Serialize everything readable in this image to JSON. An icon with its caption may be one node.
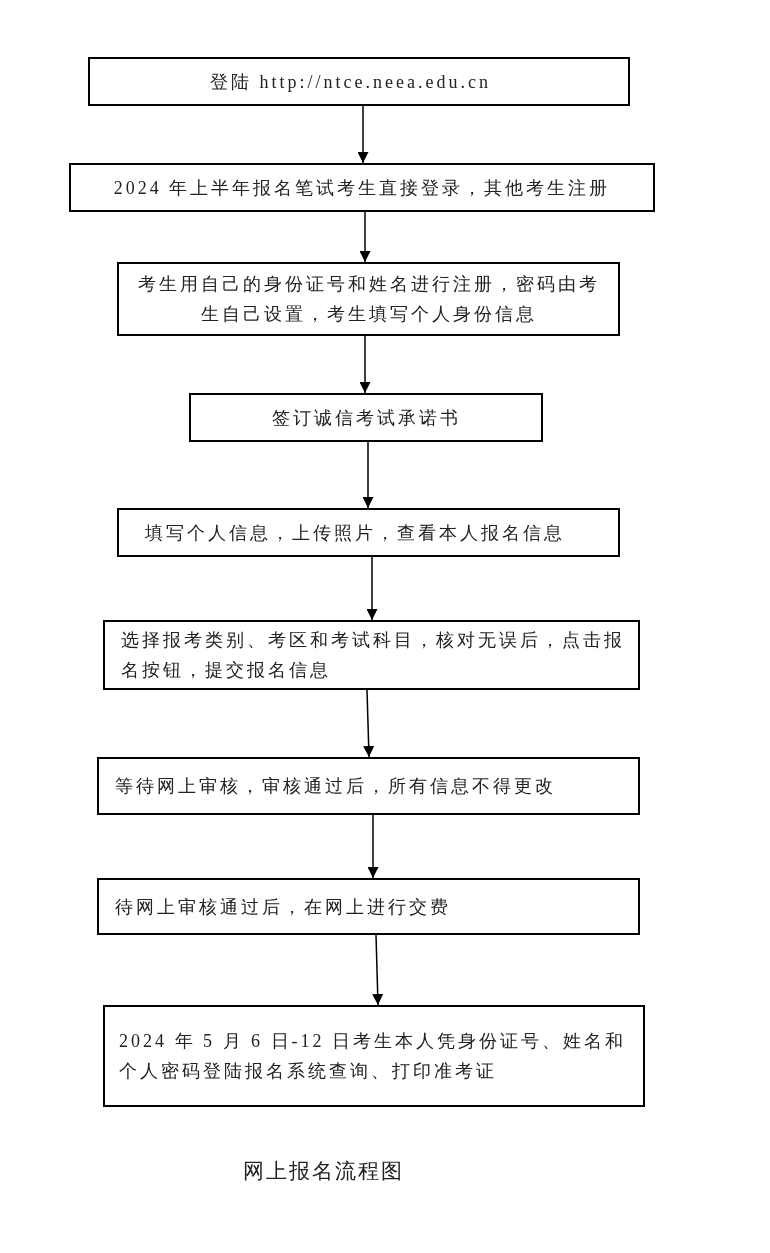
{
  "diagram": {
    "caption": "网上报名流程图",
    "nodes": [
      {
        "text": [
          "登陆 http://ntce.neea.edu.cn"
        ]
      },
      {
        "text": [
          "2024 年上半年报名笔试考生直接登录，其他考生注册"
        ]
      },
      {
        "text": [
          "考生用自己的身份证号和姓名进行注册，密码由考生自己设置，考生填写个人身份信息"
        ]
      },
      {
        "text": [
          "签订诚信考试承诺书"
        ]
      },
      {
        "text": [
          "填写个人信息，上传照片，查看本人报名信息"
        ]
      },
      {
        "text": [
          "选择报考类别、考区和考试科目，核对无误后，点击报名按钮，提交报名信息"
        ]
      },
      {
        "text": [
          "等待网上审核，审核通过后，所有信息不得更改"
        ]
      },
      {
        "text": [
          "待网上审核通过后，在网上进行交费"
        ]
      },
      {
        "text": [
          "2024 年 5 月 6 日-12 日考生本人凭身份证号、姓名和个人密码登陆报名系统查询、打印准考证"
        ]
      }
    ],
    "edges": [
      {
        "from": 0,
        "to": 1,
        "arrow": "to"
      },
      {
        "from": 1,
        "to": 2,
        "arrow": "to"
      },
      {
        "from": 2,
        "to": 3,
        "arrow": "to"
      },
      {
        "from": 3,
        "to": 4,
        "arrow": "to"
      },
      {
        "from": 4,
        "to": 5,
        "arrow": "to"
      },
      {
        "from": 5,
        "to": 6,
        "arrow": "to"
      },
      {
        "from": 6,
        "to": 7,
        "arrow": "to"
      },
      {
        "from": 7,
        "to": 8,
        "arrow": "to"
      }
    ]
  }
}
